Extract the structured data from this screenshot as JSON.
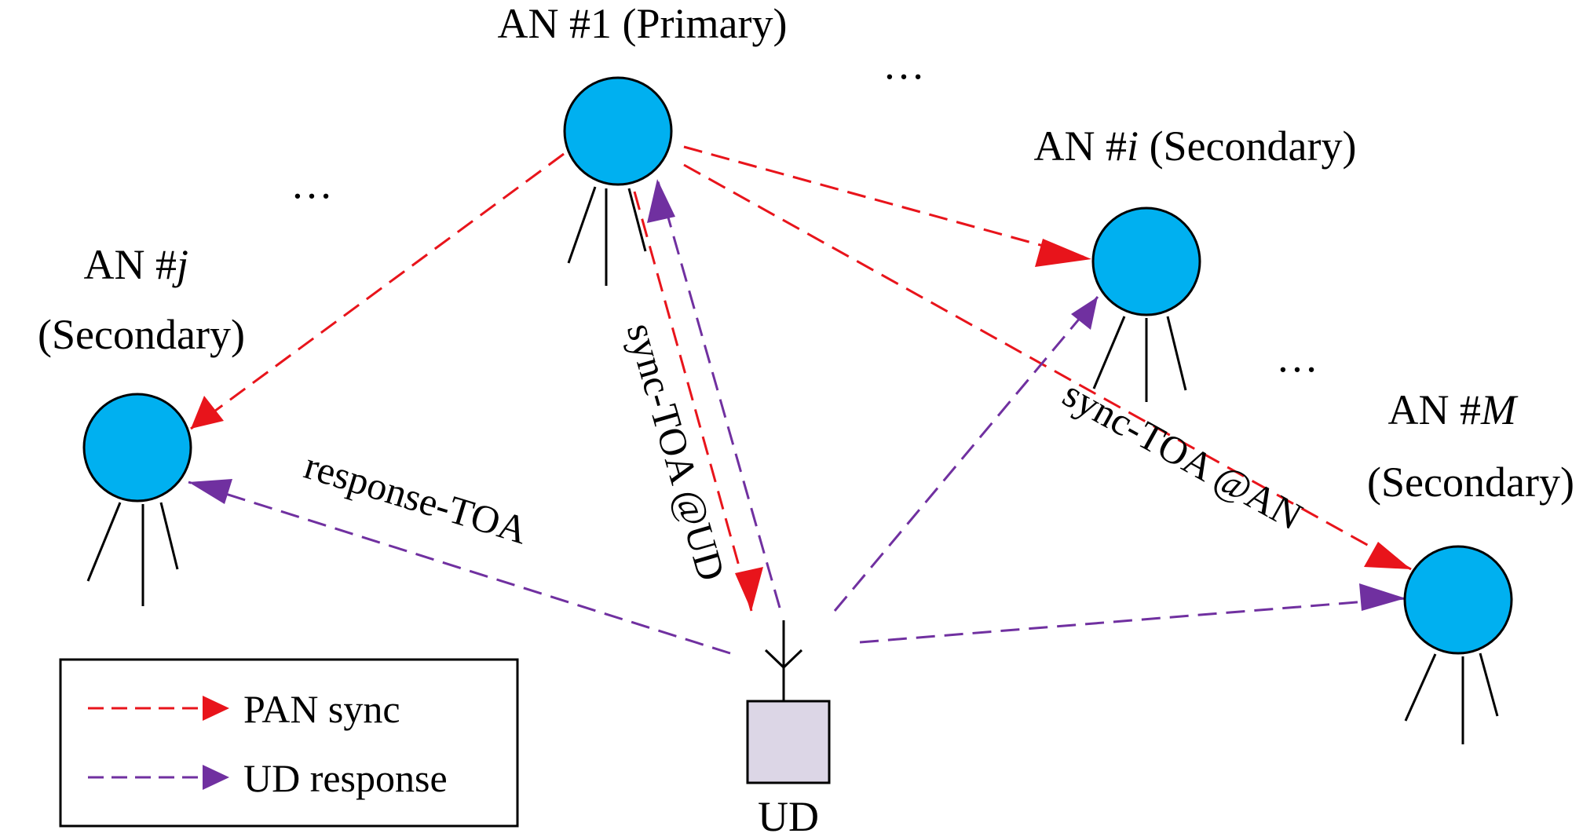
{
  "nodes": {
    "an1": {
      "prefix": "AN #",
      "index": "1",
      "role": " (Primary)"
    },
    "ani": {
      "prefix": "AN #",
      "index": "i",
      "role": " (Secondary)"
    },
    "anj": {
      "prefix": "AN #",
      "index": "j",
      "role": "(Secondary)"
    },
    "anm": {
      "prefix": "AN #",
      "index": "M",
      "role": "(Secondary)"
    },
    "ud": {
      "label": "UD"
    }
  },
  "ellipsis": "…",
  "link_labels": {
    "sync_ud": "sync-TOA @UD",
    "sync_an": "sync-TOA @AN",
    "response": "response-TOA"
  },
  "legend": {
    "items": [
      {
        "label": "PAN sync",
        "color": "#e8141b"
      },
      {
        "label": "UD response",
        "color": "#7030a0"
      }
    ]
  },
  "colors": {
    "node_fill": "#00b0f0",
    "ud_fill": "#dcd6e6",
    "sync": "#e8141b",
    "response": "#7030a0"
  }
}
